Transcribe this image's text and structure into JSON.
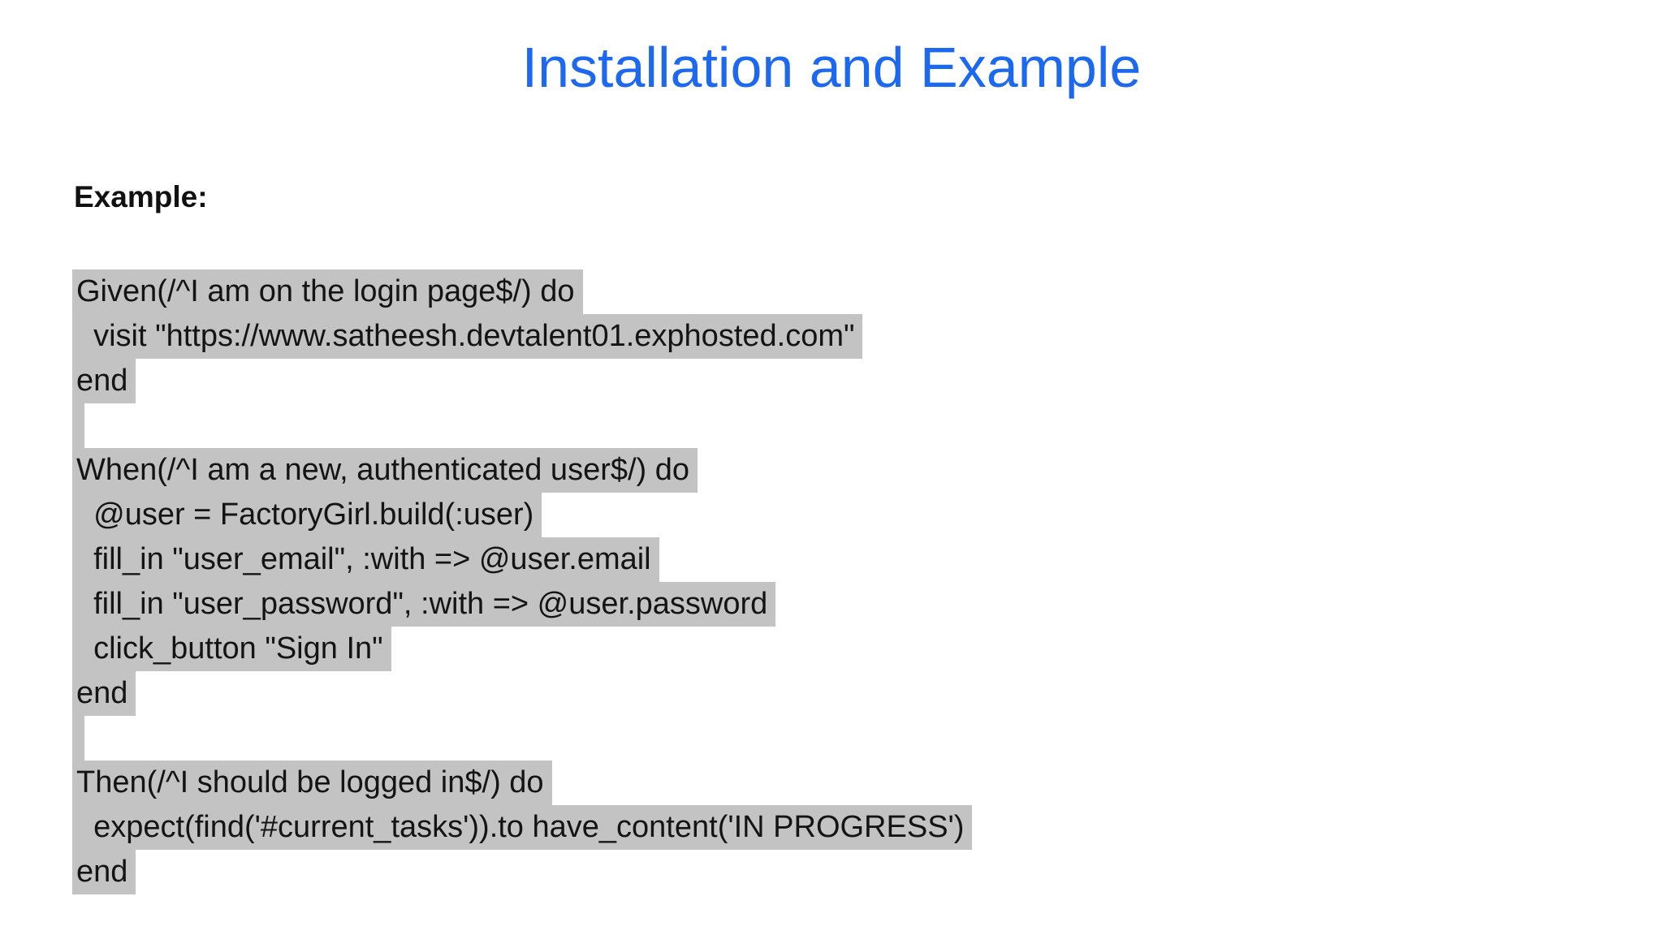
{
  "slide": {
    "title": "Installation and Example",
    "title_color": "#1c69f0",
    "section_label": "Example:",
    "highlight_color": "#c3c3c3",
    "text_color": "#141414",
    "background_color": "#ffffff",
    "code_lines": [
      {
        "blank": false,
        "text": "Given(/^I am on the login page$/) do"
      },
      {
        "blank": false,
        "text": "  visit \"https://www.satheesh.devtalent01.exphosted.com\""
      },
      {
        "blank": false,
        "text": "end"
      },
      {
        "blank": true,
        "text": ""
      },
      {
        "blank": false,
        "text": "When(/^I am a new, authenticated user$/) do"
      },
      {
        "blank": false,
        "text": "  @user = FactoryGirl.build(:user)"
      },
      {
        "blank": false,
        "text": "  fill_in \"user_email\", :with => @user.email"
      },
      {
        "blank": false,
        "text": "  fill_in \"user_password\", :with => @user.password"
      },
      {
        "blank": false,
        "text": "  click_button \"Sign In\""
      },
      {
        "blank": false,
        "text": "end"
      },
      {
        "blank": true,
        "text": ""
      },
      {
        "blank": false,
        "text": "Then(/^I should be logged in$/) do"
      },
      {
        "blank": false,
        "text": "  expect(find('#current_tasks')).to have_content('IN PROGRESS')"
      },
      {
        "blank": false,
        "text": "end"
      }
    ]
  }
}
